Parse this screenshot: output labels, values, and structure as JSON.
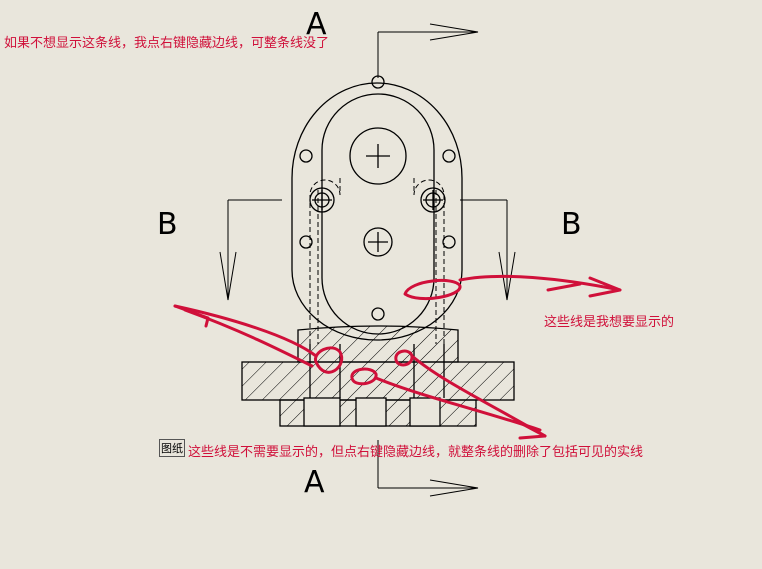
{
  "annotations": {
    "top_note": "如果不想显示这条线，我点右键隐藏边线，可整条线没了",
    "right_note": "这些线是我想要显示的",
    "bottom_note": "这些线是不需要显示的，但点右键隐藏边线，就整条线的删除了包括可见的实线"
  },
  "view_labels": {
    "top_a": "A",
    "bottom_a": "A",
    "left_b": "B",
    "right_b": "B"
  },
  "note_tag": "图纸",
  "colors": {
    "background": "#e9e6dc",
    "annotation": "#d0103a",
    "drawing": "#000000"
  }
}
